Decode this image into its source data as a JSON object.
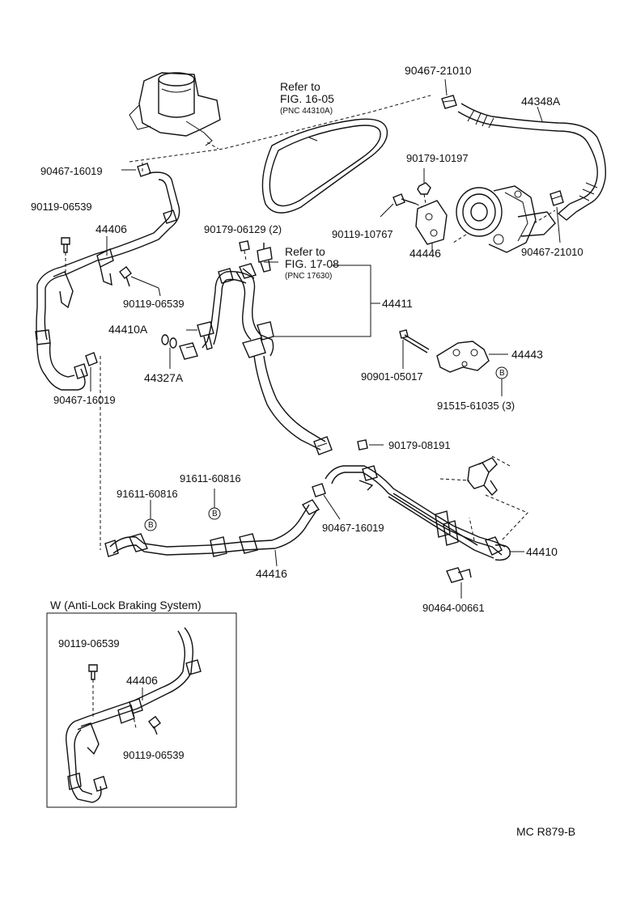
{
  "labels": {
    "p_90467_21010_top": "90467-21010",
    "p_44348A": "44348A",
    "p_90179_10197": "90179-10197",
    "p_90467_16019_top": "90467-16019",
    "p_90119_06539_a": "90119-06539",
    "p_44406": "44406",
    "p_90179_06129": "90179-06129 (2)",
    "p_90119_10767": "90119-10767",
    "p_44446": "44446",
    "p_90467_21010_right": "90467-21010",
    "p_90119_06539_b": "90119-06539",
    "p_44411": "44411",
    "p_44410A": "44410A",
    "p_44443": "44443",
    "p_44327A": "44327A",
    "p_90901_05017": "90901-05017",
    "p_90467_16019_mid": "90467-16019",
    "p_91515_61035": "91515-61035 (3)",
    "p_90179_08191": "90179-08191",
    "p_91611_60816_a": "91611-60816",
    "p_91611_60816_b": "91611-60816",
    "p_90467_16019_low": "90467-16019",
    "p_44410": "44410",
    "p_44416": "44416",
    "p_90464_00661": "90464-00661",
    "w_90119_06539_a": "90119-06539",
    "w_44406": "44406",
    "w_90119_06539_b": "90119-06539"
  },
  "refer_belt": {
    "line1": "Refer to",
    "line2": "FIG. 16-05",
    "line3": "(PNC 44310A)"
  },
  "refer_switch": {
    "line1": "Refer to",
    "line2": "FIG. 17-08",
    "line3": "(PNC 17630)"
  },
  "markers": {
    "b1": "B",
    "b2": "B",
    "b3": "B"
  },
  "inset_title": "W (Anti-Lock Braking System)",
  "figure_code": "MC R879-B"
}
